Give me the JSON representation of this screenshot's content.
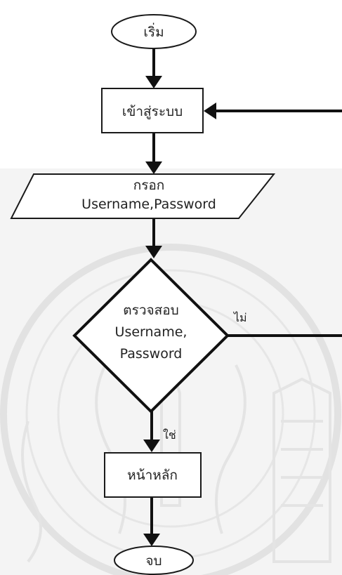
{
  "nodes": {
    "start": "เริ่ม",
    "login": "เข้าสู่ระบบ",
    "input_line1": "กรอก",
    "input_line2": "Username,Password",
    "check_line1": "ตรวจสอบ",
    "check_line2": "Username,",
    "check_line3": "Password",
    "home": "หน้าหลัก",
    "end": "จบ"
  },
  "edges": {
    "no_label": "ไม่",
    "yes_label": "ใช่"
  }
}
